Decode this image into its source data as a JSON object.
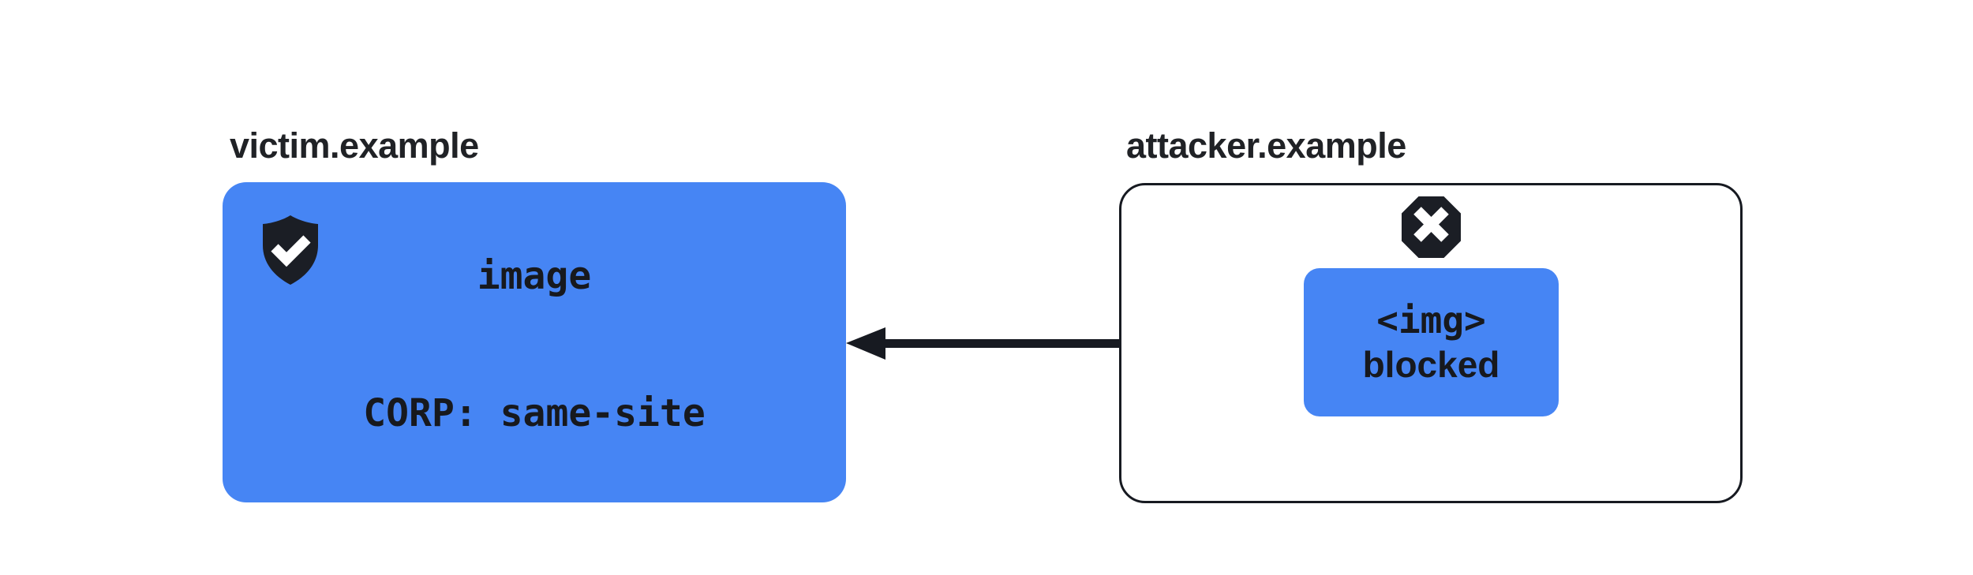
{
  "colors": {
    "accent_blue": "#4685F4",
    "ink": "#171A21",
    "text_dark": "#17191E",
    "label_dark": "#202226",
    "white": "#FFFFFF"
  },
  "victim": {
    "label": "victim.example",
    "icon": "shield-check-icon",
    "resource": {
      "line1": "image",
      "line2": "CORP: same-site"
    }
  },
  "attacker": {
    "label": "attacker.example",
    "icon": "blocked-x-icon",
    "request": {
      "line1": "<img>",
      "line2": "blocked"
    }
  },
  "arrow": {
    "direction": "attacker-to-victim"
  }
}
